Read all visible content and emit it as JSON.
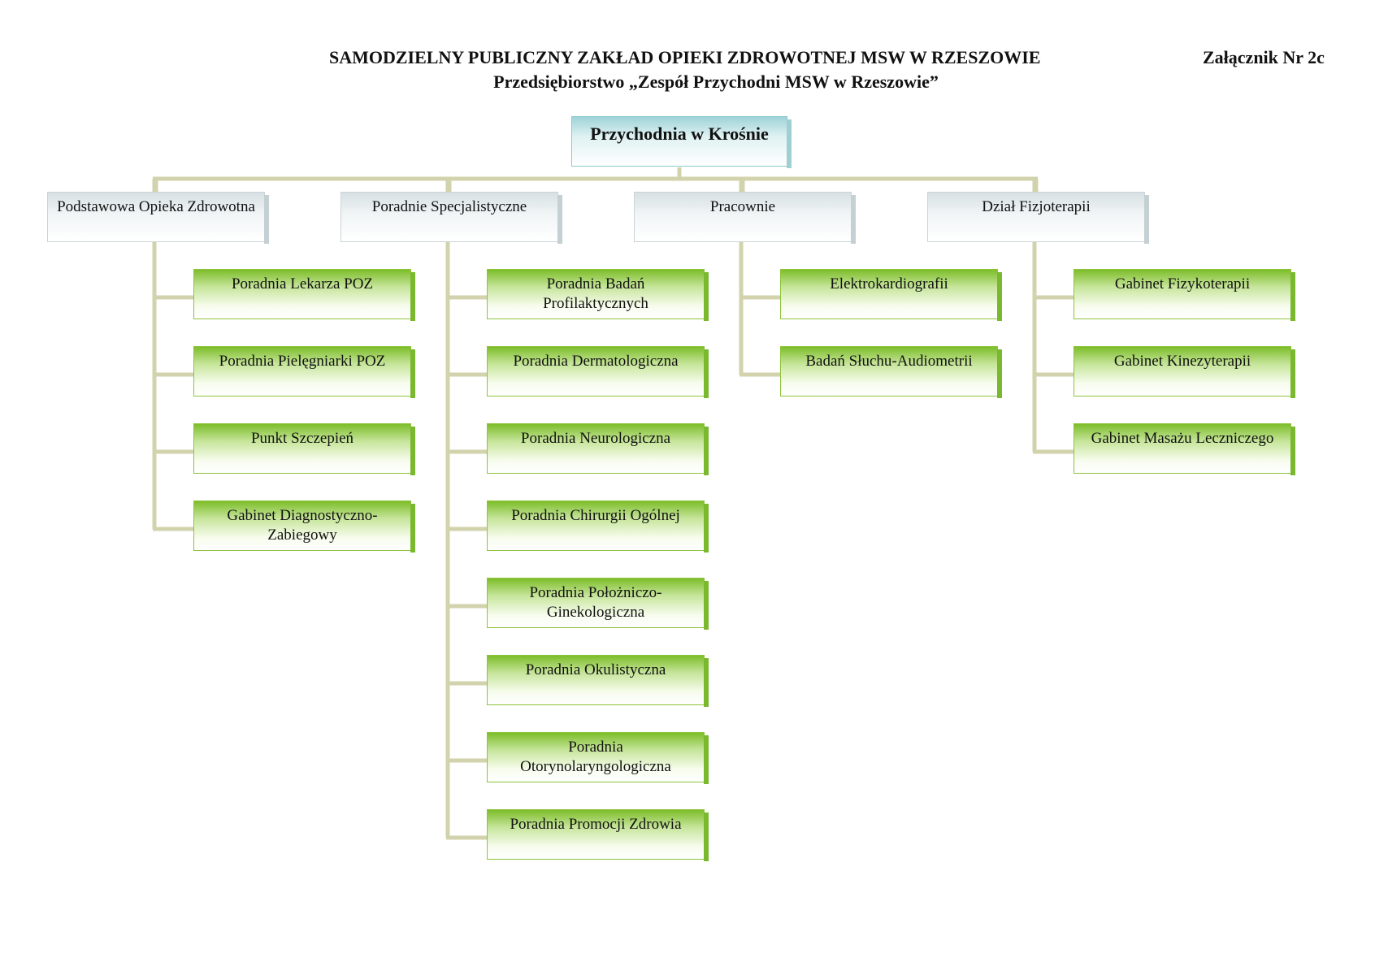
{
  "header": {
    "title": "SAMODZIELNY PUBLICZNY ZAKŁAD OPIEKI ZDROWOTNEJ MSW W RZESZOWIE",
    "subtitle": "Przedsiębiorstwo „Zespół Przychodni MSW w Rzeszowie”",
    "annex": "Załącznik Nr 2c"
  },
  "root": {
    "label": "Przychodnia w Krośnie"
  },
  "colors": {
    "connector": "#d2d3ac",
    "leaf_green": "#7dbd2a",
    "root_teal": "#9fd3d8"
  },
  "departments": [
    {
      "label": "Podstawowa Opieka Zdrowotna",
      "units": [
        [
          "Poradnia Lekarza POZ"
        ],
        [
          "Poradnia Pielęgniarki POZ"
        ],
        [
          "Punkt Szczepień"
        ],
        [
          "Gabinet Diagnostyczno-",
          "Zabiegowy"
        ]
      ]
    },
    {
      "label": "Poradnie Specjalistyczne",
      "units": [
        [
          "Poradnia Badań",
          "Profilaktycznych"
        ],
        [
          "Poradnia Dermatologiczna"
        ],
        [
          "Poradnia Neurologiczna"
        ],
        [
          "Poradnia Chirurgii Ogólnej"
        ],
        [
          "Poradnia Położniczo-",
          "Ginekologiczna"
        ],
        [
          "Poradnia Okulistyczna"
        ],
        [
          "Poradnia",
          "Otorynolaryngologiczna"
        ],
        [
          "Poradnia Promocji Zdrowia"
        ]
      ]
    },
    {
      "label": "Pracownie",
      "units": [
        [
          "Elektrokardiografii"
        ],
        [
          "Badań Słuchu-Audiometrii"
        ]
      ]
    },
    {
      "label": "Dział Fizjoterapii",
      "units": [
        [
          "Gabinet Fizykoterapii"
        ],
        [
          "Gabinet Kinezyterapii"
        ],
        [
          "Gabinet Masażu Leczniczego"
        ]
      ]
    }
  ]
}
